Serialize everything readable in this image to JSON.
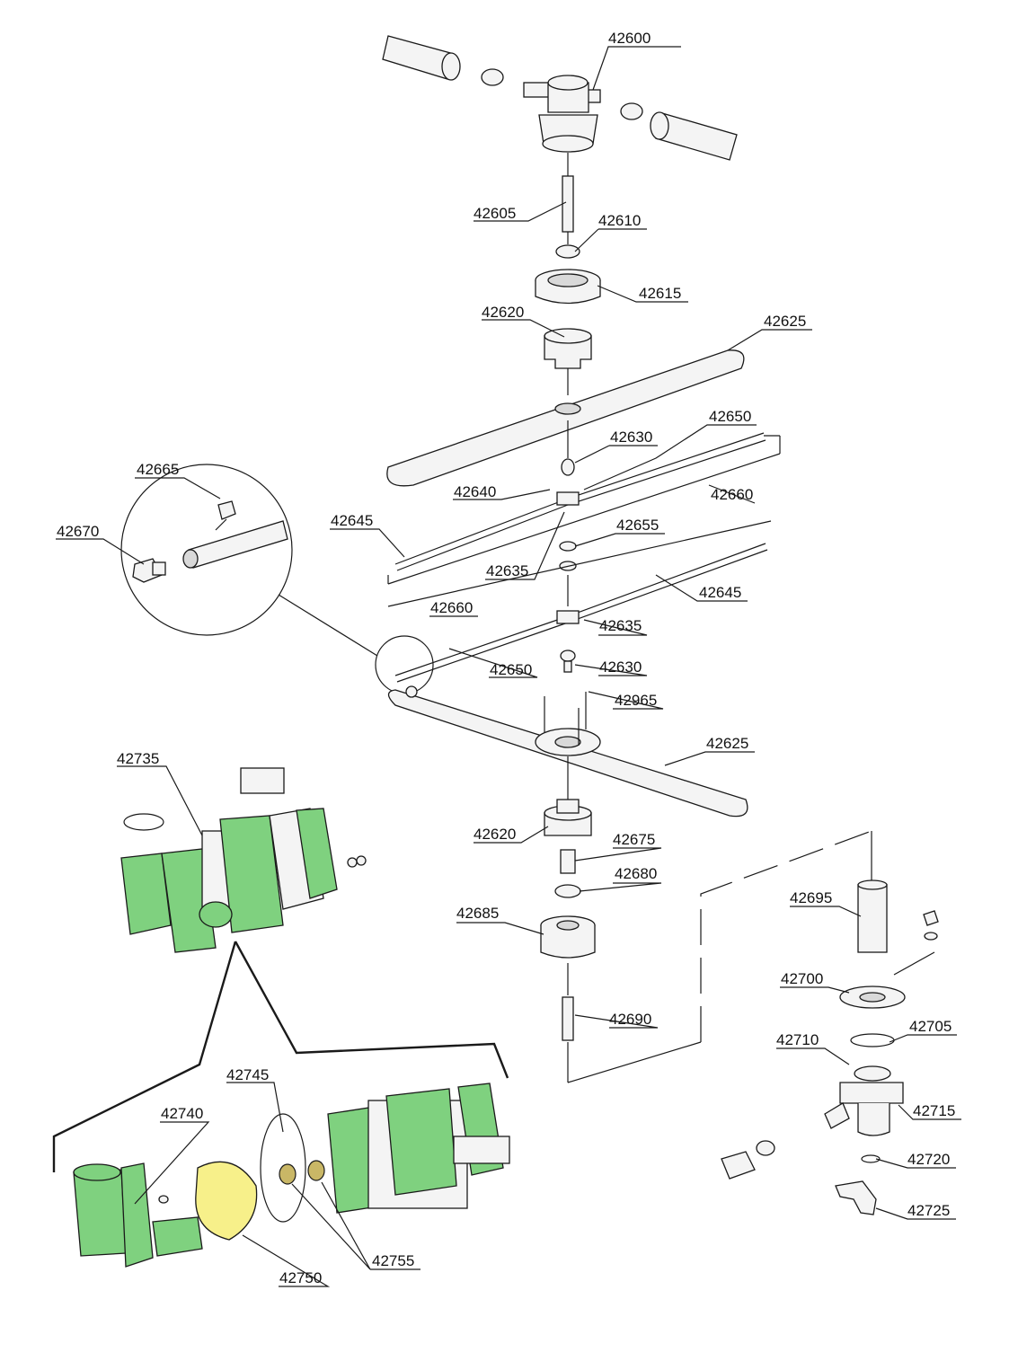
{
  "diagram": {
    "colors": {
      "motor_highlight": "#7fd17f",
      "impeller_highlight": "#f7f08a",
      "line": "#1a1a1a"
    },
    "labels": {
      "p42600": "42600",
      "p42605": "42605",
      "p42610": "42610",
      "p42615": "42615",
      "p42620a": "42620",
      "p42625a": "42625",
      "p42650a": "42650",
      "p42630a": "42630",
      "p42640": "42640",
      "p42660a": "42660",
      "p42665": "42665",
      "p42670": "42670",
      "p42645a": "42645",
      "p42655": "42655",
      "p42635a": "42635",
      "p42645b": "42645",
      "p42660b": "42660",
      "p42635b": "42635",
      "p42650b": "42650",
      "p42630b": "42630",
      "p42965": "42965",
      "p42625b": "42625",
      "p42735": "42735",
      "p42620b": "42620",
      "p42675": "42675",
      "p42680": "42680",
      "p42695": "42695",
      "p42685": "42685",
      "p42700": "42700",
      "p42705": "42705",
      "p42690": "42690",
      "p42710": "42710",
      "p42745": "42745",
      "p42740": "42740",
      "p42715": "42715",
      "p42720": "42720",
      "p42725": "42725",
      "p42755": "42755",
      "p42750": "42750"
    }
  }
}
